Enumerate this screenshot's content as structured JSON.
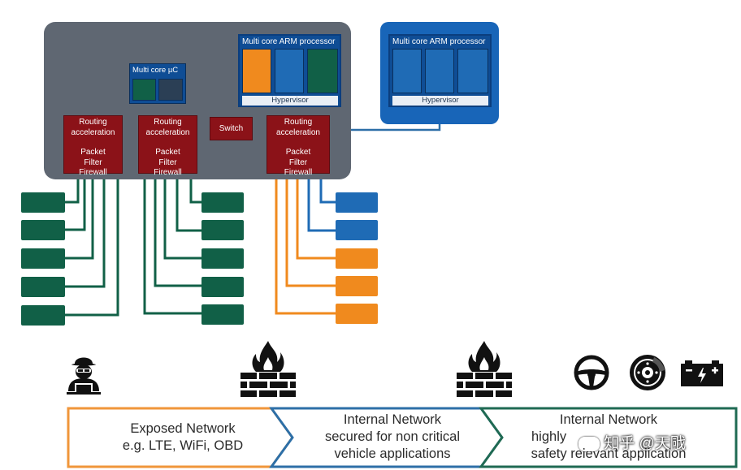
{
  "gateway": {
    "mcu_label": "Multi core µC",
    "arm_label": "Multi core ARM processor",
    "hypervisor_label": "Hypervisor",
    "switch_label": "Switch",
    "router_label": [
      "Routing",
      "acceleration",
      "",
      "Packet",
      "Filter",
      "Firewall"
    ]
  },
  "external_processor": {
    "arm_label": "Multi core ARM processor",
    "hypervisor_label": "Hypervisor"
  },
  "zones": [
    {
      "lines": [
        "Exposed Network",
        "e.g. LTE, WiFi, OBD"
      ]
    },
    {
      "lines": [
        "Internal Network",
        "secured for non critical",
        "vehicle applications"
      ]
    },
    {
      "lines": [
        "Internal Network",
        "highly",
        "safety relevant application"
      ]
    }
  ],
  "icons": [
    "hacker-icon",
    "firewall-icon",
    "firewall-icon",
    "steering-wheel-icon",
    "brake-disc-icon",
    "battery-icon"
  ],
  "watermark": "知乎 @天戙",
  "colors": {
    "exposed": "#f0963a",
    "noncritical": "#2d6fa7",
    "safety": "#1f6a53",
    "ecu_green": "#116047",
    "ecu_blue": "#1f6bb5",
    "ecu_orange": "#f08a1e",
    "router": "#8b1218",
    "processor": "#0f4d95",
    "gateway": "#5f6772"
  }
}
